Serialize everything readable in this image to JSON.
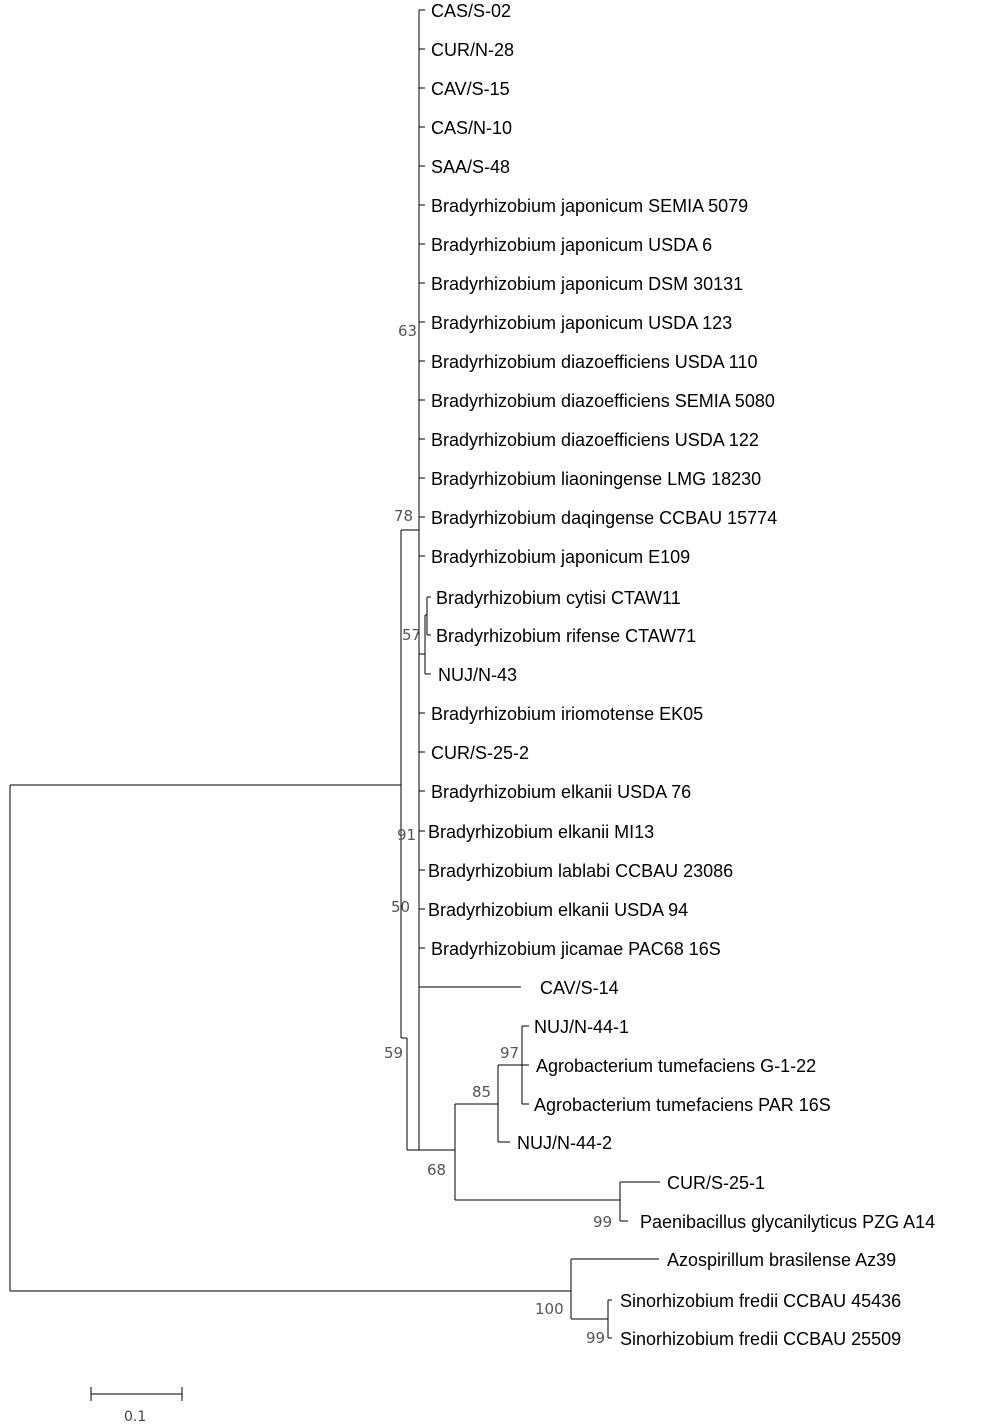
{
  "taxa": {
    "t01": "CAS/S-02",
    "t02": "CUR/N-28",
    "t03": "CAV/S-15",
    "t04": "CAS/N-10",
    "t05": "SAA/S-48",
    "t06": "Bradyrhizobium japonicum SEMIA 5079",
    "t07": "Bradyrhizobium japonicum USDA 6",
    "t08": "Bradyrhizobium japonicum DSM 30131",
    "t09": "Bradyrhizobium japonicum USDA 123",
    "t10": "Bradyrhizobium diazoefficiens USDA 110",
    "t11": "Bradyrhizobium diazoefficiens SEMIA 5080",
    "t12": "Bradyrhizobium diazoefficiens USDA 122",
    "t13": "Bradyrhizobium liaoningense LMG 18230",
    "t14": "Bradyrhizobium daqingense CCBAU 15774",
    "t15": "Bradyrhizobium japonicum E109",
    "t16": "Bradyrhizobium cytisi CTAW11",
    "t17": "Bradyrhizobium rifense CTAW71",
    "t18": "NUJ/N-43",
    "t19": "Bradyrhizobium iriomotense EK05",
    "t20": "CUR/S-25-2",
    "t21": "Bradyrhizobium elkanii USDA 76",
    "t22": "Bradyrhizobium elkanii MI13",
    "t23": "Bradyrhizobium lablabi CCBAU 23086",
    "t24": "Bradyrhizobium elkanii USDA 94",
    "t25": "Bradyrhizobium jicamae PAC68 16S",
    "t26": "CAV/S-14",
    "t27": "NUJ/N-44-1",
    "t28": "Agrobacterium tumefaciens G-1-22",
    "t29": "Agrobacterium tumefaciens PAR 16S",
    "t30": "NUJ/N-44-2",
    "t31": "CUR/S-25-1",
    "t32": "Paenibacillus glycanilyticus PZG A14",
    "t33": "Azospirillum brasilense Az39",
    "t34": "Sinorhizobium fredii CCBAU 45436",
    "t35": "Sinorhizobium fredii CCBAU 25509"
  },
  "bootstrap": {
    "b63": "63",
    "b78": "78",
    "b57": "57",
    "b91": "91",
    "b50": "50",
    "b59": "59",
    "b97": "97",
    "b85": "85",
    "b68": "68",
    "b99a": "99",
    "b100": "100",
    "b99b": "99"
  },
  "scale_bar": {
    "label": "0.1",
    "value": 0.1
  }
}
